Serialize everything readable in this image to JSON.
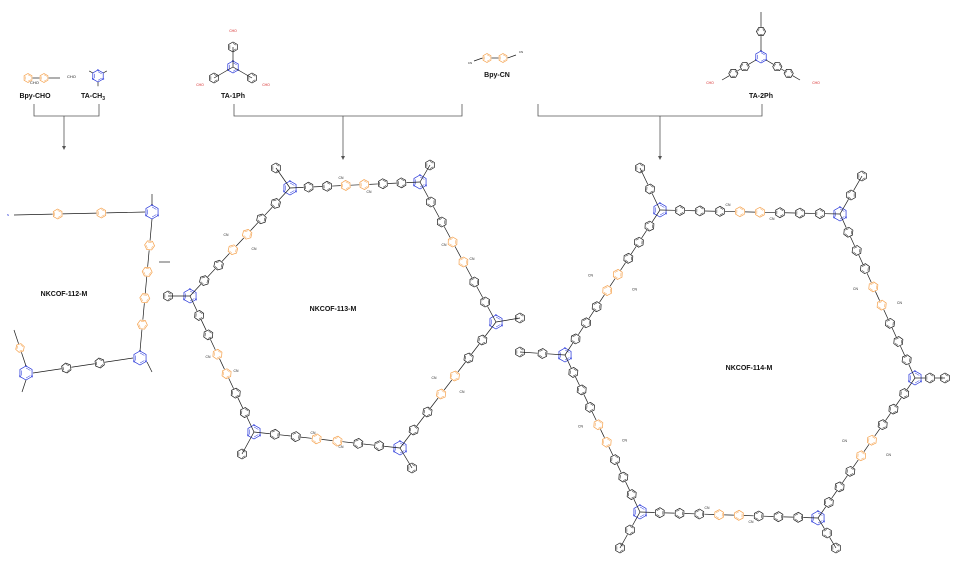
{
  "colors": {
    "bond": "#1a1a1a",
    "triazine": "#1f2fd8",
    "bipyridine": "#f5a04a",
    "cho": "#d42020",
    "arrow": "#555555"
  },
  "monomers": {
    "bpy_cho": "Bpy-CHO",
    "ta_ch3": "TA-CH",
    "ta_ch3_sub": "3",
    "ta_1ph": "TA-1Ph",
    "bpy_cn": "Bpy-CN",
    "ta_2ph": "TA-2Ph"
  },
  "groups": {
    "cho": "CHO",
    "cn": "CN"
  },
  "products": {
    "cof112": "NKCOF-112-M",
    "cof113": "NKCOF-113-M",
    "cof114": "NKCOF-114-M"
  }
}
